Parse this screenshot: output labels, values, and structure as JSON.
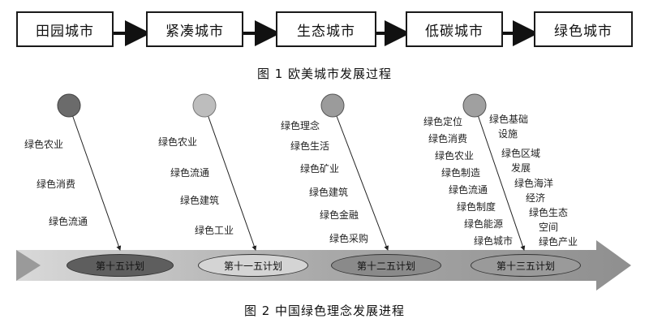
{
  "figure1": {
    "stages": [
      "田园城市",
      "紧凑城市",
      "生态城市",
      "低碳城市",
      "绿色城市"
    ],
    "caption": "图 1    欧美城市发展过程"
  },
  "figure2": {
    "caption": "图 2    中国绿色理念发展进程",
    "plans": [
      {
        "name": "第十五计划",
        "items": [
          "绿色农业",
          "绿色消费",
          "绿色流通"
        ]
      },
      {
        "name": "第十一五计划",
        "items": [
          "绿色农业",
          "绿色流通",
          "绿色建筑",
          "绿色工业"
        ]
      },
      {
        "name": "第十二五计划",
        "items": [
          "绿色理念",
          "绿色生活",
          "绿色矿业",
          "绿色建筑",
          "绿色金融",
          "绿色采购"
        ]
      },
      {
        "name": "第十三五计划",
        "items_left": [
          "绿色定位",
          "绿色消费",
          "绿色农业",
          "绿色制造",
          "绿色流通",
          "绿色制度",
          "绿色能源",
          "绿色城市"
        ],
        "items_right": [
          "绿色基础",
          "设施",
          "绿色区域",
          "发展",
          "绿色海洋",
          "经济",
          "绿色生态",
          "空间",
          "绿色产业"
        ]
      }
    ]
  }
}
